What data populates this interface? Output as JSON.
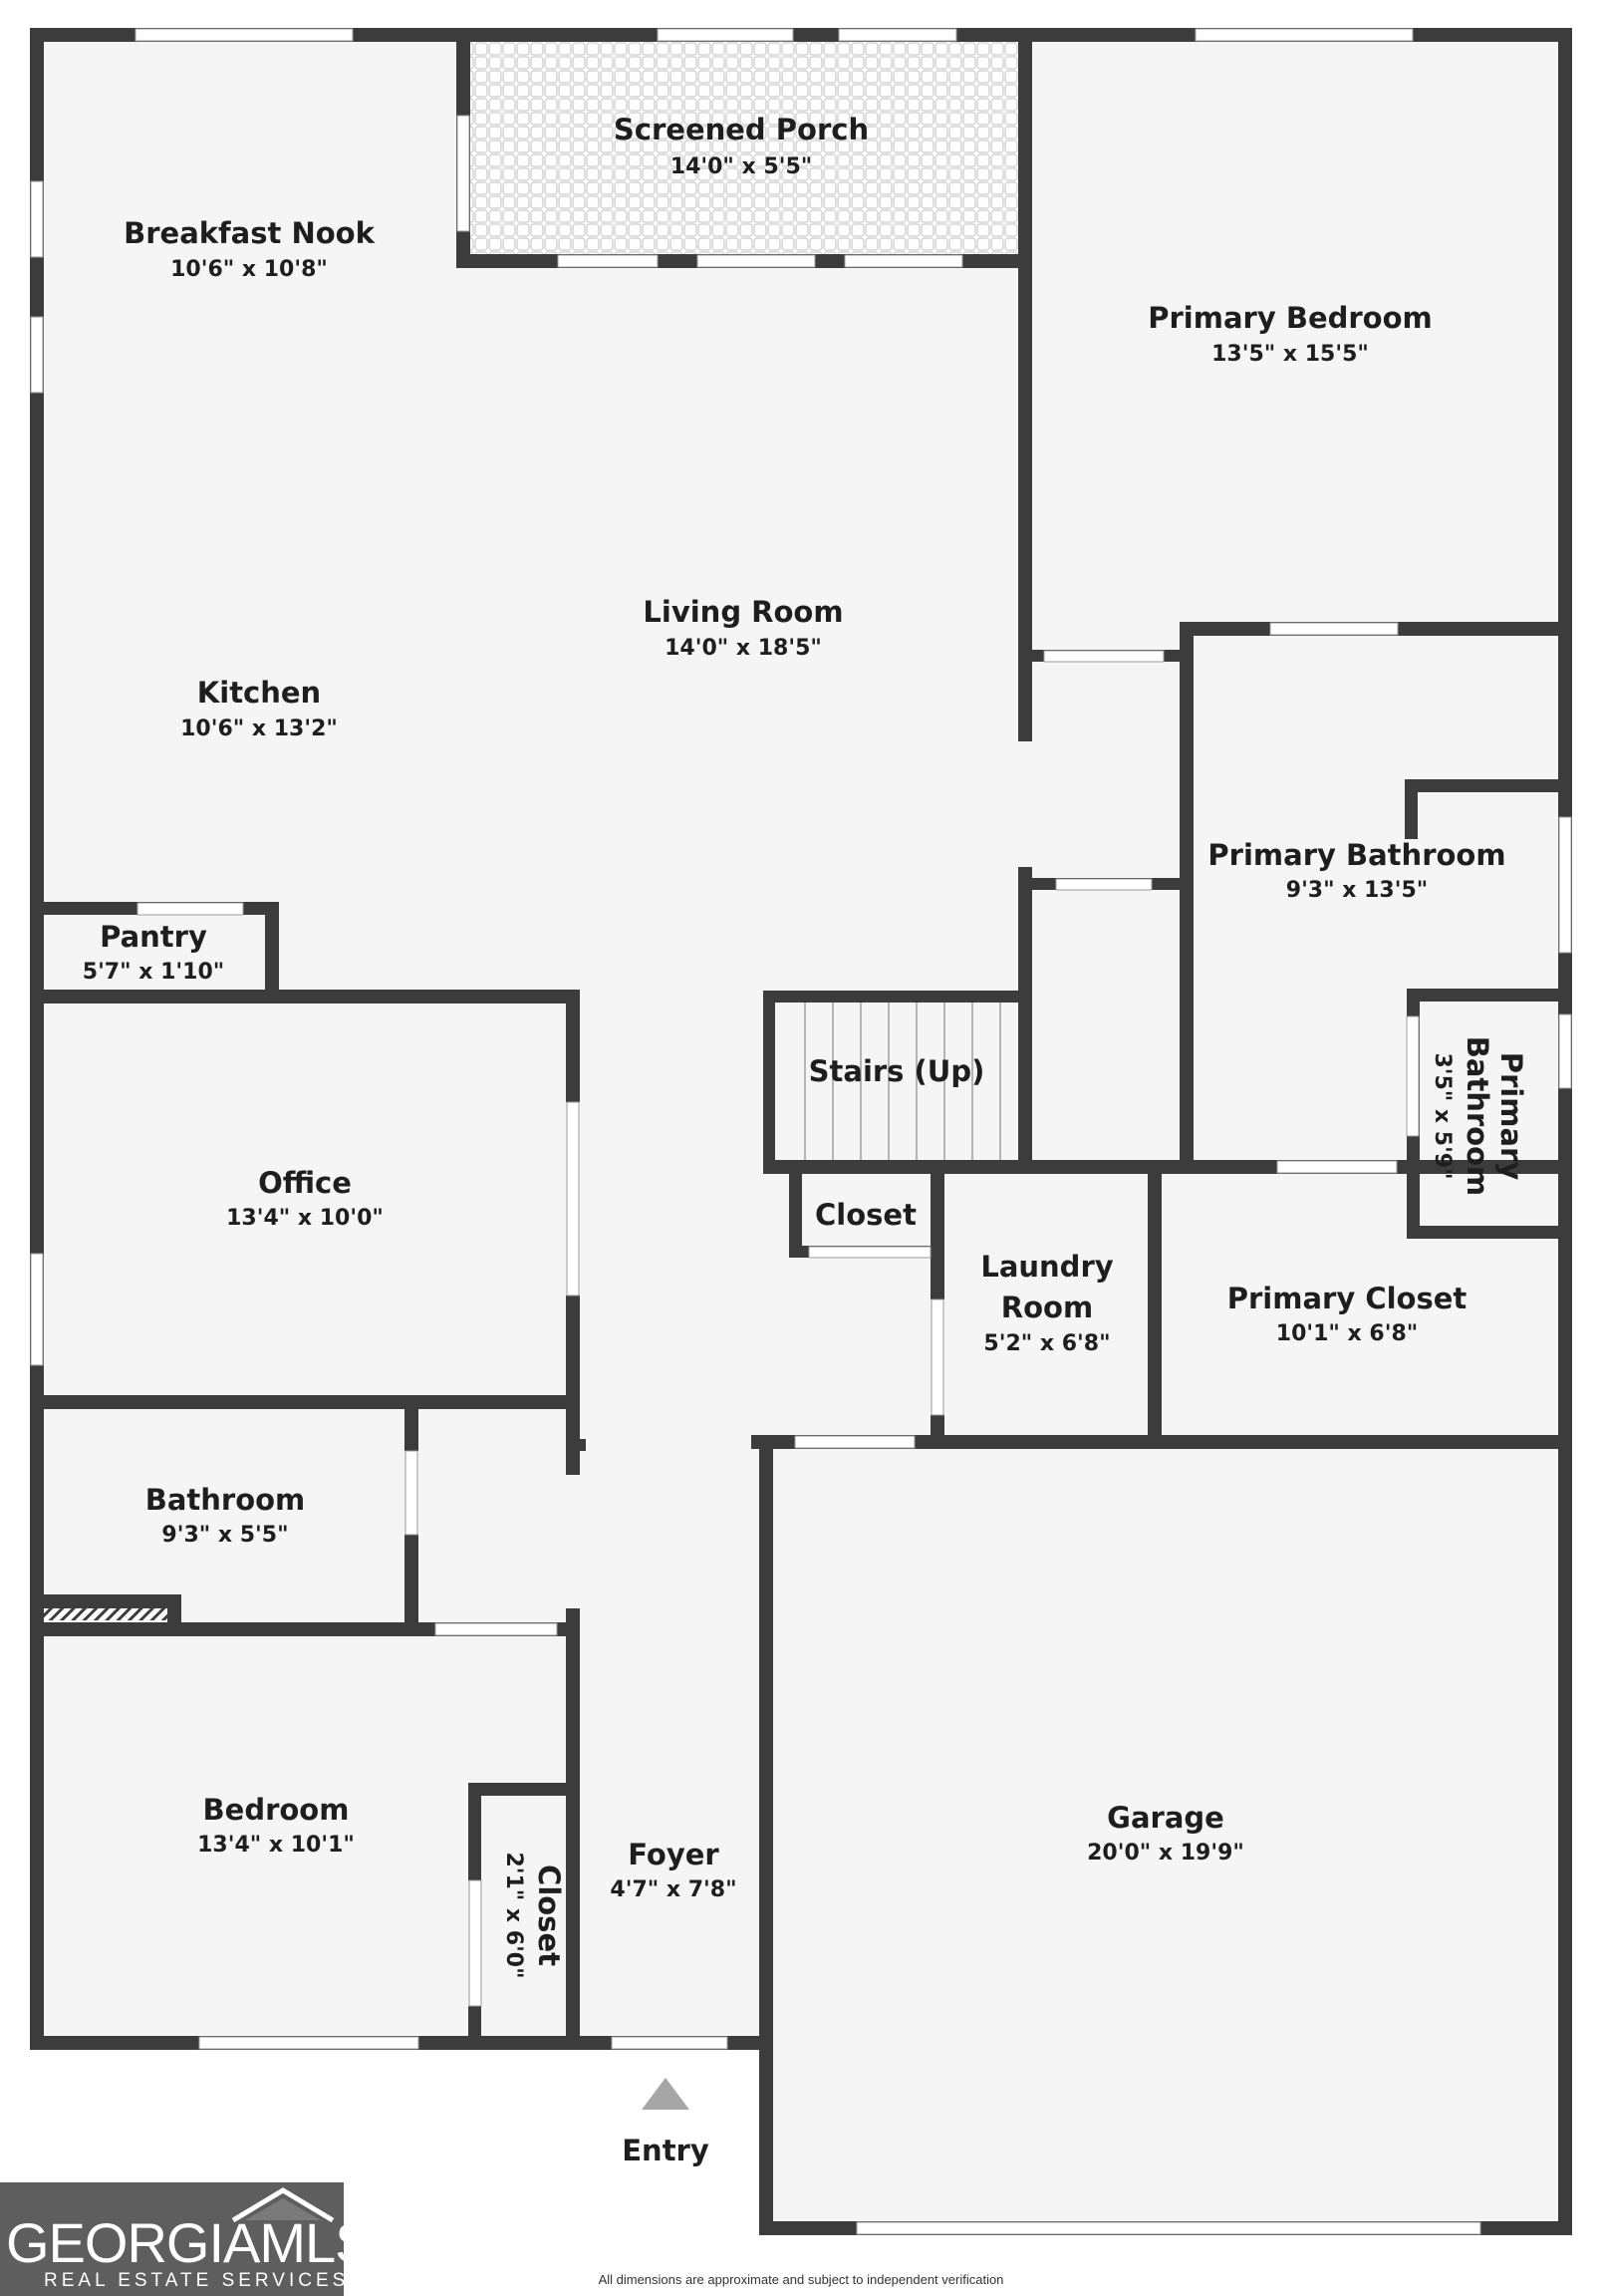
{
  "rooms": [
    {
      "id": "screened-porch",
      "name": "Screened Porch",
      "dims": "14'0\" x 5'5\""
    },
    {
      "id": "breakfast-nook",
      "name": "Breakfast Nook",
      "dims": "10'6\" x 10'8\""
    },
    {
      "id": "primary-bedroom",
      "name": "Primary Bedroom",
      "dims": "13'5\" x 15'5\""
    },
    {
      "id": "living-room",
      "name": "Living Room",
      "dims": "14'0\" x 18'5\""
    },
    {
      "id": "kitchen",
      "name": "Kitchen",
      "dims": "10'6\" x 13'2\""
    },
    {
      "id": "primary-bathroom",
      "name": "Primary Bathroom",
      "dims": "9'3\" x 13'5\""
    },
    {
      "id": "pantry",
      "name": "Pantry",
      "dims": "5'7\" x 1'10\""
    },
    {
      "id": "stairs",
      "name": "Stairs (Up)",
      "dims": ""
    },
    {
      "id": "primary-bathroom-small",
      "name_line1": "Primary",
      "name_line2": "Bathroom",
      "dims": "3'5\" x 5'9\""
    },
    {
      "id": "office",
      "name": "Office",
      "dims": "13'4\" x 10'0\""
    },
    {
      "id": "closet-hall",
      "name": "Closet",
      "dims": ""
    },
    {
      "id": "laundry-room",
      "name_line1": "Laundry",
      "name_line2": "Room",
      "dims": "5'2\" x 6'8\""
    },
    {
      "id": "primary-closet",
      "name": "Primary Closet",
      "dims": "10'1\" x 6'8\""
    },
    {
      "id": "bathroom",
      "name": "Bathroom",
      "dims": "9'3\" x 5'5\""
    },
    {
      "id": "bedroom",
      "name": "Bedroom",
      "dims": "13'4\" x 10'1\""
    },
    {
      "id": "closet-bedroom",
      "name": "Closet",
      "dims": "2'1\" x 6'0\""
    },
    {
      "id": "foyer",
      "name": "Foyer",
      "dims": "4'7\" x 7'8\""
    },
    {
      "id": "garage",
      "name": "Garage",
      "dims": "20'0\" x 19'9\""
    }
  ],
  "entry_label": "Entry",
  "footer_note": "All dimensions are approximate and subject to independent verification",
  "logo": {
    "main": "GEORGIAMLS",
    "sub": "REAL ESTATE SERVICES"
  },
  "colors": {
    "wall": "#3c3c3c",
    "floor": "#f5f5f5",
    "text": "#1e1e1e",
    "entry_arrow": "#a6a6a6",
    "logo_bg": "#5e5e5e"
  }
}
